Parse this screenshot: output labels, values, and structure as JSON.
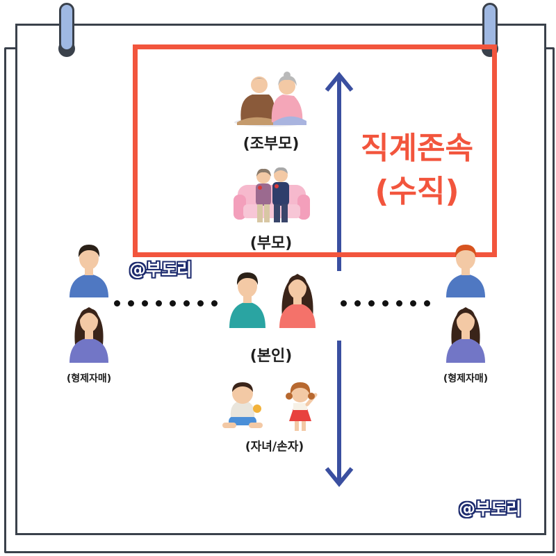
{
  "labels": {
    "grandparents": "(조부모)",
    "parents": "(부모)",
    "self": "(본인)",
    "children": "(자녀/손자)",
    "siblings_left": "(형제자매)",
    "siblings_right": "(형제자매)"
  },
  "category": {
    "line1": "직계존속",
    "line2": "(수직)"
  },
  "watermarks": {
    "middle": "@부도리",
    "bottom": "@부도리"
  },
  "colors": {
    "highlight": "#f2553d",
    "arrow": "#3a4fa0",
    "frame": "#3a414b",
    "ring": "#9fb8e2"
  }
}
